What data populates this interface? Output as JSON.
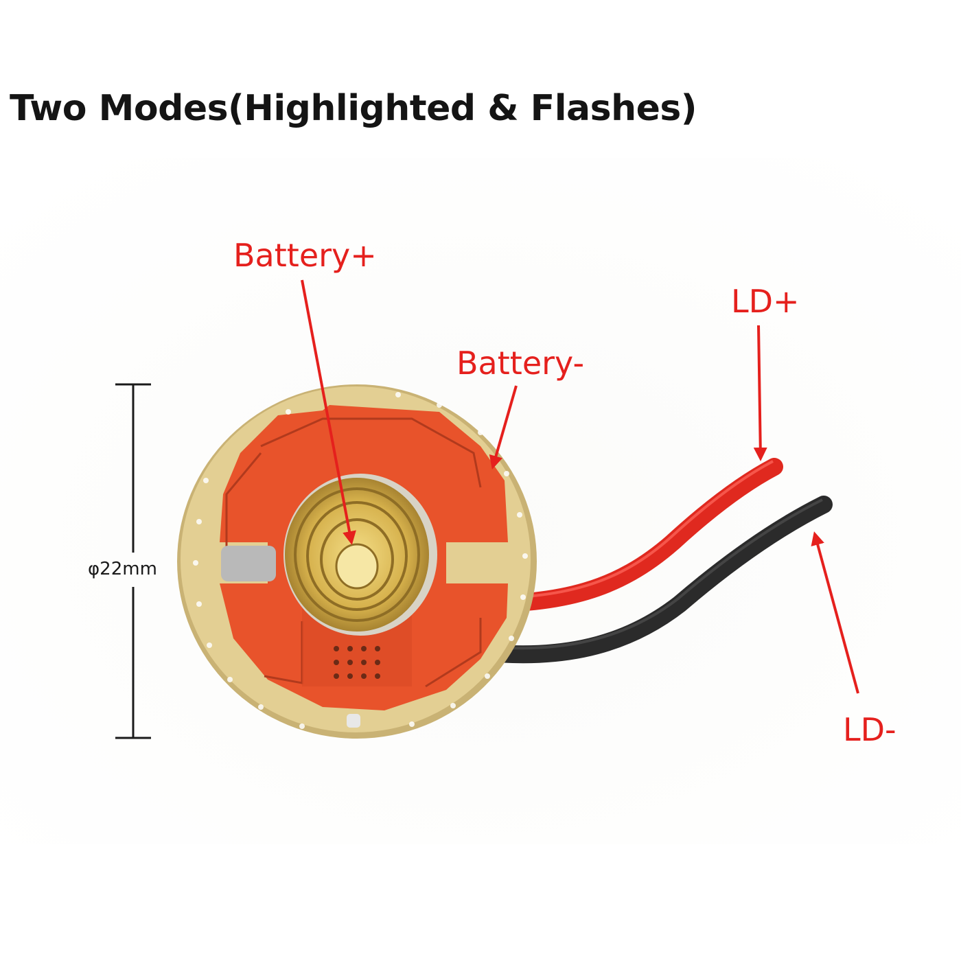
{
  "title": "Two  Modes(Highlighted & Flashes)",
  "labels": {
    "battery_pos": "Battery+",
    "battery_neg": "Battery-",
    "ld_pos": "LD+",
    "ld_neg": "LD-",
    "diameter": "φ22mm"
  },
  "colors": {
    "annotation": "#e5201d",
    "pcb_ring": "#e3cf93",
    "pcb_copper": "#e8532b",
    "spring": "#d8b64d",
    "wire_red": "#e0291f",
    "wire_black": "#2b2b2b"
  },
  "icons": [
    "pcb-board",
    "battery-spring",
    "red-wire",
    "black-wire"
  ]
}
